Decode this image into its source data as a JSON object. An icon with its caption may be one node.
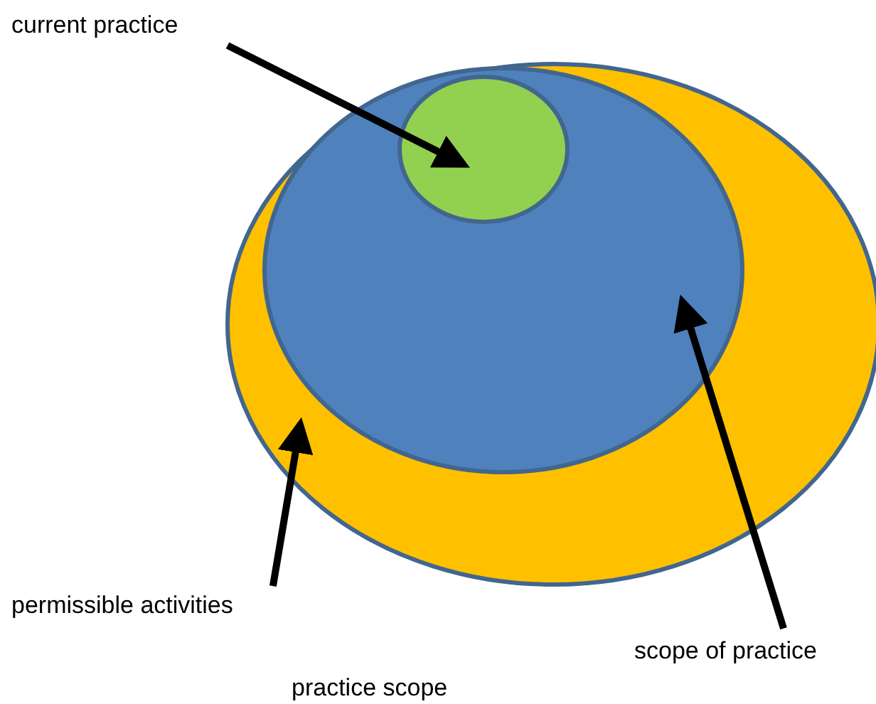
{
  "diagram": {
    "nodes": [
      {
        "text": [
          "current practice"
        ]
      },
      {
        "text": [],
        "shape": "ellipse"
      },
      {
        "text": [],
        "shape": "ellipse",
        "in": 1
      },
      {
        "text": [],
        "shape": "ellipse",
        "in": 2
      },
      {
        "text": [
          "permissible activities"
        ]
      },
      {
        "text": [
          "scope of practice"
        ]
      }
    ],
    "edges": [
      {
        "from": 0,
        "to": 3,
        "arrow": "to"
      },
      {
        "from": 4,
        "to": 1,
        "arrow": "to"
      },
      {
        "from": 5,
        "to": 2,
        "arrow": "to"
      }
    ],
    "labels": [
      "practice scope"
    ]
  }
}
